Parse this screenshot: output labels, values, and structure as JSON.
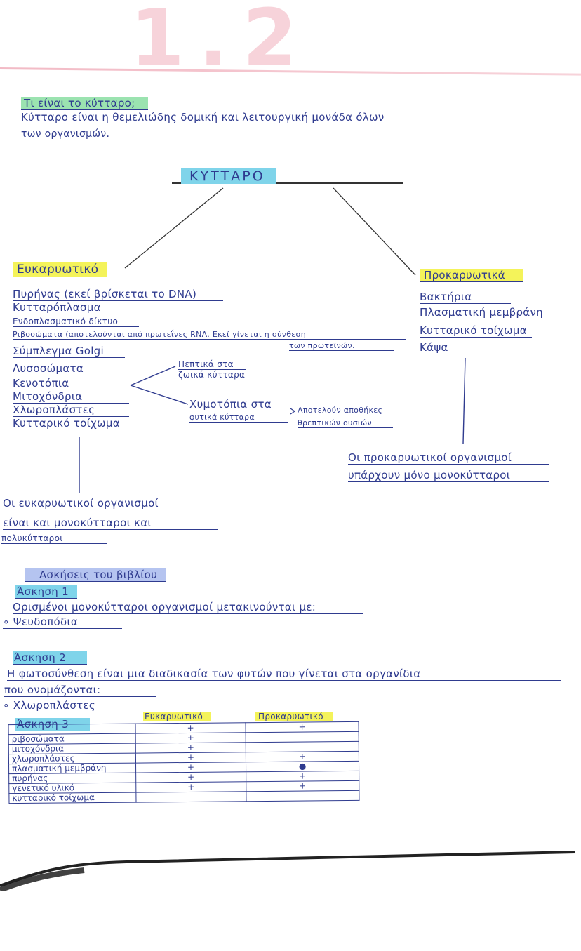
{
  "chapter": {
    "number": "1.2"
  },
  "intro": {
    "question": "Τι είναι το κύτταρο;",
    "definition_line1": "Κύτταρο είναι η θεμελιώδης δομική και λειτουργική μονάδα όλων",
    "definition_line2": "των οργανισμών."
  },
  "diagram": {
    "root": "ΚΥΤΤΑΡΟ",
    "eukaryotic": {
      "title": "Ευκαρυωτικό",
      "items": [
        "Πυρήνας (εκεί βρίσκεται το DNA)",
        "Κυτταρόπλασμα",
        "Ενδοπλασματικό δίκτυο",
        "Ριβοσώματα (αποτελούνται από πρωτεΐνες RNA. Εκεί γίνεται η σύνθεση",
        "Σύμπλεγμα Golgi",
        "Λυσοσώματα",
        "Κενοτόπια",
        "Μιτοχόνδρια",
        "Χλωροπλάστες",
        "Κυτταρικό τοίχωμα"
      ],
      "ribosome_continuation": "των πρωτεϊνών.",
      "vacuole_branch_1": [
        "Πεπτικά στα",
        "ζωικά κύτταρα"
      ],
      "vacuole_branch_2": [
        "Χυμοτόπια στα",
        "φυτικά κύτταρα"
      ],
      "vacuole_branch_2_note": [
        "Αποτελούν αποθήκες",
        "θρεπτικών ουσιών"
      ],
      "conclusion": [
        "Οι ευκαρυωτικοί οργανισμοί",
        "είναι και μονοκύτταροι και",
        "πολυκύτταροι"
      ]
    },
    "prokaryotic": {
      "title": "Προκαρυωτικά",
      "items": [
        "Βακτήρια",
        "Πλασματική μεμβράνη",
        "Κυτταρικό τοίχωμα",
        "Κάψα"
      ],
      "conclusion": [
        "Οι προκαρυωτικοί οργανισμοί",
        "υπάρχουν μόνο μονοκύτταροι"
      ]
    }
  },
  "exercises": {
    "heading": "Ασκήσεις του βιβλίου",
    "ex1": {
      "title": "Άσκηση 1",
      "question": "Ορισμένοι μονοκύτταροι οργανισμοί μετακινούνται με:",
      "answer": "Ψευδοπόδια"
    },
    "ex2": {
      "title": "Άσκηση 2",
      "question_line1": "Η φωτοσύνθεση είναι μια διαδικασία των φυτών που γίνεται στα οργανίδια",
      "question_line2": "που ονομάζονται:",
      "answer": "Χλωροπλάστες"
    },
    "ex3": {
      "title": "Άσκηση 3",
      "columns": [
        "Ευκαρυωτικό",
        "Προκαρυωτικό"
      ],
      "rows": [
        {
          "label": "",
          "euk": "+",
          "prok": "+"
        },
        {
          "label": "ριβοσώματα",
          "euk": "+",
          "prok": ""
        },
        {
          "label": "μιτοχόνδρια",
          "euk": "+",
          "prok": ""
        },
        {
          "label": "χλωροπλάστες",
          "euk": "+",
          "prok": "+"
        },
        {
          "label": "πλασματική μεμβράνη",
          "euk": "+",
          "prok": "●"
        },
        {
          "label": "πυρήνας",
          "euk": "+",
          "prok": "+"
        },
        {
          "label": "γενετικό υλικό",
          "euk": "+",
          "prok": "+"
        },
        {
          "label": "κυτταρικό τοίχωμα",
          "euk": "",
          "prok": ""
        }
      ]
    }
  },
  "colors": {
    "ink": "#2f3b8f",
    "highlight_green": "#9be3b0",
    "highlight_cyan": "#7fd4ea",
    "highlight_yellow": "#f4f35a",
    "highlight_blue": "#b5c4f0",
    "chapter_pink": "#e88296"
  }
}
